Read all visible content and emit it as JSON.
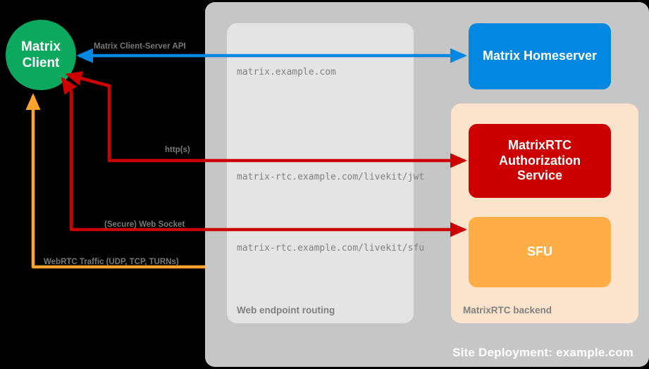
{
  "diagram": {
    "title": "Site Deployment: example.com",
    "containers": {
      "site": {
        "label": "Site Deployment: example.com",
        "color": "#c6c6c6"
      },
      "web_routing": {
        "label": "Web endpoint routing",
        "color": "#e4e4e4"
      },
      "rtc_backend": {
        "label": "MatrixRTC backend",
        "color": "#fce3cb"
      }
    },
    "nodes": [
      {
        "id": "matrix-client",
        "label": "Matrix\nClient",
        "line1": "Matrix",
        "line2": "Client",
        "shape": "circle",
        "color": "#0ca85e"
      },
      {
        "id": "matrix-homeserver",
        "label": "Matrix Homeserver",
        "shape": "rounded-rect",
        "color": "#0288e0"
      },
      {
        "id": "matrixrtc-authorization-service",
        "line1": "MatrixRTC",
        "line2": "Authorization",
        "line3": "Service",
        "shape": "rounded-rect",
        "color": "#cc0000"
      },
      {
        "id": "sfu",
        "label": "SFU",
        "shape": "rounded-rect",
        "color": "#ffae47"
      }
    ],
    "endpoints": [
      "matrix.example.com",
      "matrix-rtc.example.com/livekit/jwt",
      "matrix-rtc.example.com/livekit/sfu"
    ],
    "edges": [
      {
        "id": "cs-api",
        "label": "Matrix Client-Server API",
        "color": "#0288e0",
        "from": "matrix-homeserver",
        "to": "matrix-client"
      },
      {
        "id": "jwt-http",
        "label": "http(s)",
        "color": "#cc0000",
        "from": "matrixrtc-authorization-service",
        "to": "matrix-client"
      },
      {
        "id": "sfu-ws",
        "label": "(Secure) Web Socket",
        "color": "#cc0000",
        "from": "sfu",
        "to": "matrix-client"
      },
      {
        "id": "webrtc",
        "label": "WebRTC Traffic (UDP, TCP, TURNs)",
        "color": "#ffa22e",
        "from": "sfu",
        "to": "matrix-client"
      }
    ],
    "colors": {
      "background": "#000000",
      "site_gray": "#c6c6c6",
      "panel_gray": "#e4e4e4",
      "cream": "#fce3cb",
      "green": "#0ca85e",
      "blue": "#0288e0",
      "red": "#cc0000",
      "orange": "#ffae47",
      "arrow_orange": "#ffa22e",
      "label_gray": "#777777"
    }
  }
}
